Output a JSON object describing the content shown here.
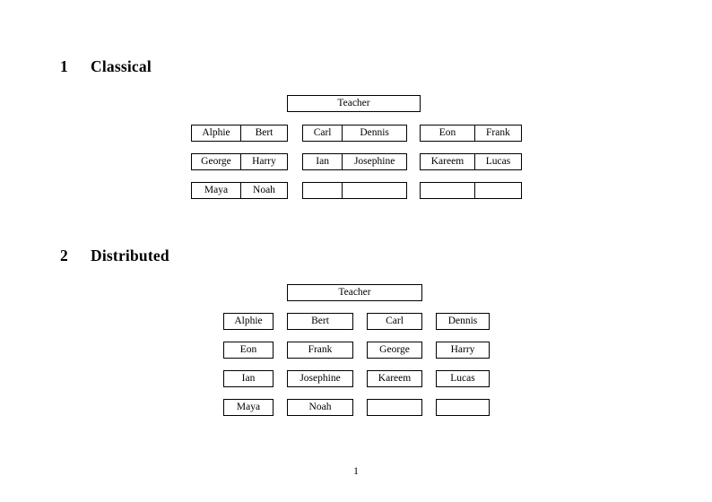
{
  "document": {
    "page_number": "1",
    "sections": [
      {
        "number": "1",
        "title": "Classical",
        "teacher_label": "Teacher",
        "groups": [
          {
            "name": "group-left",
            "rows": [
              [
                "Alphie",
                "Bert"
              ],
              [
                "George",
                "Harry"
              ],
              [
                "Maya",
                "Noah"
              ]
            ]
          },
          {
            "name": "group-middle",
            "rows": [
              [
                "Carl",
                "Dennis"
              ],
              [
                "Ian",
                "Josephine"
              ],
              [
                "",
                ""
              ]
            ]
          },
          {
            "name": "group-right",
            "rows": [
              [
                "Eon",
                "Frank"
              ],
              [
                "Kareem",
                "Lucas"
              ],
              [
                "",
                ""
              ]
            ]
          }
        ]
      },
      {
        "number": "2",
        "title": "Distributed",
        "teacher_label": "Teacher",
        "rows": [
          [
            "Alphie",
            "Bert",
            "Carl",
            "Dennis"
          ],
          [
            "Eon",
            "Frank",
            "George",
            "Harry"
          ],
          [
            "Ian",
            "Josephine",
            "Kareem",
            "Lucas"
          ],
          [
            "Maya",
            "Noah",
            "",
            ""
          ]
        ]
      }
    ]
  }
}
